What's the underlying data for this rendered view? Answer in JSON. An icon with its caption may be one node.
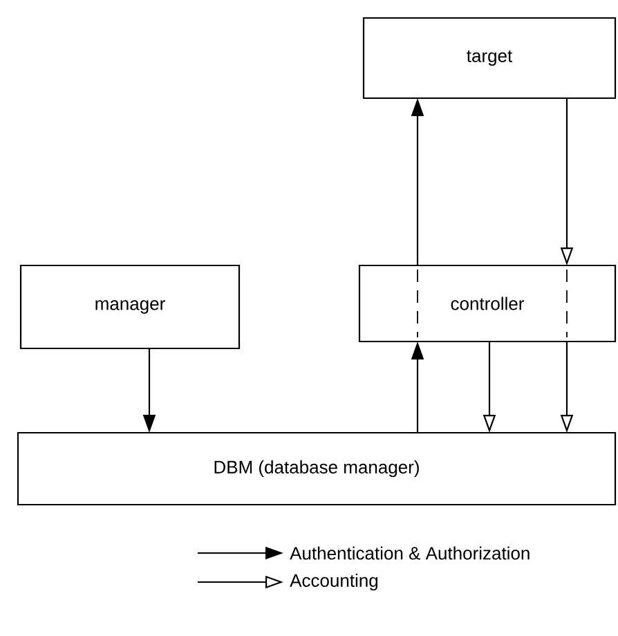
{
  "diagram": {
    "nodes": [
      {
        "text": [
          "target"
        ]
      },
      {
        "text": [
          "manager"
        ]
      },
      {
        "text": [
          "controller"
        ]
      },
      {
        "text": [
          "DBM (database manager)"
        ]
      }
    ],
    "edges": [
      {
        "from": 1,
        "to": 3,
        "arrow": "to"
      },
      {
        "from": 3,
        "to": 2,
        "arrow": "to"
      },
      {
        "from": 2,
        "to": 0,
        "arrow": "to"
      },
      {
        "from": 0,
        "to": 2,
        "arrow": "to"
      },
      {
        "from": 2,
        "to": 3,
        "arrow": "to"
      },
      {
        "from": 2,
        "to": 3,
        "arrow": "to"
      }
    ],
    "legend": [
      {
        "text": "Authentication & Authorization"
      },
      {
        "text": "Accounting"
      }
    ]
  }
}
